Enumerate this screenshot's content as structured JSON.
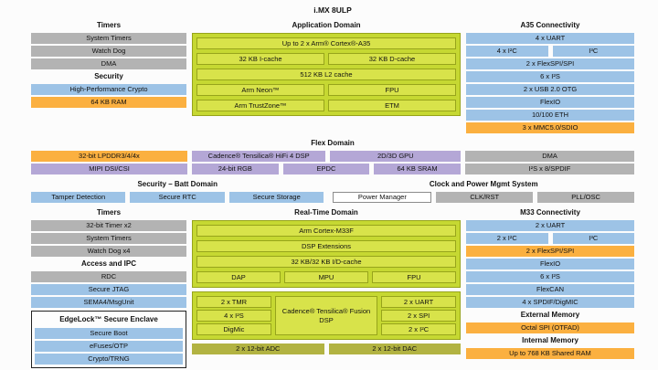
{
  "title": "i.MX 8ULP",
  "colors": {
    "gray": "#b3b3b3",
    "blue": "#9dc3e6",
    "orange": "#fbb040",
    "purple": "#b4a7d6",
    "green": "#d8e34a",
    "olive": "#b2b342"
  },
  "top_left": {
    "rows": [
      [
        {
          "label": "Timers",
          "type": "header"
        }
      ],
      [
        {
          "label": "System Timers",
          "type": "gray"
        }
      ],
      [
        {
          "label": "Watch Dog",
          "type": "gray"
        }
      ],
      [
        {
          "label": "DMA",
          "type": "gray"
        }
      ],
      [
        {
          "label": "Security",
          "type": "header"
        }
      ],
      [
        {
          "label": "High-Performance Crypto",
          "type": "blue"
        }
      ],
      [
        {
          "label": "64 KB RAM",
          "type": "orange"
        }
      ]
    ]
  },
  "application_domain": {
    "header": "Application Domain",
    "rows": [
      [
        {
          "label": "Up to 2 x Arm® Cortex®-A35",
          "type": "green"
        }
      ],
      [
        {
          "label": "32 KB I-cache",
          "type": "green"
        },
        {
          "label": "32 KB D-cache",
          "type": "green"
        }
      ],
      [
        {
          "label": "512 KB L2 cache",
          "type": "green"
        }
      ],
      [
        {
          "label": "Arm Neon™",
          "type": "green"
        },
        {
          "label": "FPU",
          "type": "green"
        }
      ],
      [
        {
          "label": "Arm TrustZone™",
          "type": "green"
        },
        {
          "label": "ETM",
          "type": "green"
        }
      ]
    ]
  },
  "a35_connectivity": {
    "header": "A35 Connectivity",
    "rows": [
      [
        {
          "label": "4 x UART",
          "type": "blue"
        }
      ],
      [
        {
          "label": "4 x I²C",
          "type": "blue"
        },
        {
          "label": "I³C",
          "type": "blue"
        }
      ],
      [
        {
          "label": "2 x FlexSPI/SPI",
          "type": "blue"
        }
      ],
      [
        {
          "label": "6 x I²S",
          "type": "blue"
        }
      ],
      [
        {
          "label": "2 x USB 2.0 OTG",
          "type": "blue"
        }
      ],
      [
        {
          "label": "FlexIO",
          "type": "blue"
        }
      ],
      [
        {
          "label": "10/100 ETH",
          "type": "blue"
        }
      ],
      [
        {
          "label": "3 x MMC5.0/SDIO",
          "type": "orange"
        }
      ]
    ]
  },
  "flex_domain": {
    "header": "Flex Domain",
    "rows": [
      [
        {
          "label": "32-bit LPDDR3/4/4x",
          "type": "orange",
          "flex": 170
        },
        {
          "label": "Cadence® Tensilica® HiFi 4 DSP",
          "type": "purple",
          "flex": 146
        },
        {
          "label": "2D/3D GPU",
          "type": "purple",
          "flex": 142
        },
        {
          "label": "DMA",
          "type": "gray",
          "flex": 184
        }
      ],
      [
        {
          "label": "MIPI DSI/CSI",
          "type": "purple",
          "flex": 170
        },
        {
          "label": "24-bit RGB",
          "type": "purple",
          "flex": 94
        },
        {
          "label": "EPDC",
          "type": "purple",
          "flex": 94
        },
        {
          "label": "64 KB SRAM",
          "type": "purple",
          "flex": 94
        },
        {
          "label": "I²S x 8/SPDIF",
          "type": "gray",
          "flex": 184
        }
      ]
    ]
  },
  "security_batt": {
    "header": "Security – Batt Domain",
    "rows": [
      [
        {
          "label": "Tamper Detection",
          "type": "blue"
        },
        {
          "label": "Secure RTC",
          "type": "blue"
        },
        {
          "label": "Secure Storage",
          "type": "blue"
        }
      ]
    ]
  },
  "clock_power": {
    "header": "Clock and Power Mgmt System",
    "rows": [
      [
        {
          "label": "Power Manager",
          "type": "white"
        },
        {
          "label": "CLK/RST",
          "type": "gray"
        },
        {
          "label": "PLL/OSC",
          "type": "gray"
        }
      ]
    ]
  },
  "bottom_left": {
    "rows": [
      [
        {
          "label": "Timers",
          "type": "header"
        }
      ],
      [
        {
          "label": "32-bit Timer x2",
          "type": "gray"
        }
      ],
      [
        {
          "label": "System Timers",
          "type": "gray"
        }
      ],
      [
        {
          "label": "Watch Dog x4",
          "type": "gray"
        }
      ],
      [
        {
          "label": "Access and IPC",
          "type": "header"
        }
      ],
      [
        {
          "label": "RDC",
          "type": "gray"
        }
      ],
      [
        {
          "label": "Secure JTAG",
          "type": "blue"
        }
      ],
      [
        {
          "label": "SEMA4/MsgUnit",
          "type": "blue"
        }
      ]
    ]
  },
  "edgelock": {
    "header": "EdgeLock™ Secure Enclave",
    "rows": [
      [
        {
          "label": "Secure Boot",
          "type": "blue"
        }
      ],
      [
        {
          "label": "eFuses/OTP",
          "type": "blue"
        }
      ],
      [
        {
          "label": "Crypto/TRNG",
          "type": "blue"
        }
      ]
    ]
  },
  "realtime_domain": {
    "header": "Real-Time Domain",
    "box1_rows": [
      [
        {
          "label": "Arm Cortex-M33F",
          "type": "green"
        }
      ],
      [
        {
          "label": "DSP Extensions",
          "type": "green"
        }
      ],
      [
        {
          "label": "32 KB/32 KB I/D-cache",
          "type": "green"
        }
      ],
      [
        {
          "label": "DAP",
          "type": "green"
        },
        {
          "label": "MPU",
          "type": "green"
        },
        {
          "label": "FPU",
          "type": "green"
        }
      ]
    ],
    "box2": {
      "left_rows": [
        [
          {
            "label": "2 x TMR",
            "type": "green"
          }
        ],
        [
          {
            "label": "4 x I²S",
            "type": "green"
          }
        ],
        [
          {
            "label": "DigMic",
            "type": "green"
          }
        ]
      ],
      "center": "Cadence® Tensilica® Fusion DSP",
      "right_rows": [
        [
          {
            "label": "2 x UART",
            "type": "green"
          }
        ],
        [
          {
            "label": "2 x SPI",
            "type": "green"
          }
        ],
        [
          {
            "label": "2 x I²C",
            "type": "green"
          }
        ]
      ]
    },
    "adc_dac_rows": [
      [
        {
          "label": "2 x 12-bit ADC",
          "type": "olive"
        },
        {
          "label": "2 x 12-bit DAC",
          "type": "olive"
        }
      ]
    ]
  },
  "m33_connectivity": {
    "header": "M33 Connectivity",
    "rows": [
      [
        {
          "label": "2 x UART",
          "type": "blue"
        }
      ],
      [
        {
          "label": "2 x I²C",
          "type": "blue"
        },
        {
          "label": "I³C",
          "type": "blue"
        }
      ],
      [
        {
          "label": "2 x FlexSPI/SPI",
          "type": "orange"
        }
      ],
      [
        {
          "label": "FlexIO",
          "type": "blue"
        }
      ],
      [
        {
          "label": "6 x I²S",
          "type": "blue"
        }
      ],
      [
        {
          "label": "FlexCAN",
          "type": "blue"
        }
      ],
      [
        {
          "label": "4 x SPDIF/DigMIC",
          "type": "blue"
        }
      ],
      [
        {
          "label": "External Memory",
          "type": "header"
        }
      ],
      [
        {
          "label": "Octal SPI (OTFAD)",
          "type": "orange"
        }
      ],
      [
        {
          "label": "Internal Memory",
          "type": "header"
        }
      ],
      [
        {
          "label": "Up to 768 KB Shared RAM",
          "type": "orange"
        }
      ]
    ]
  }
}
